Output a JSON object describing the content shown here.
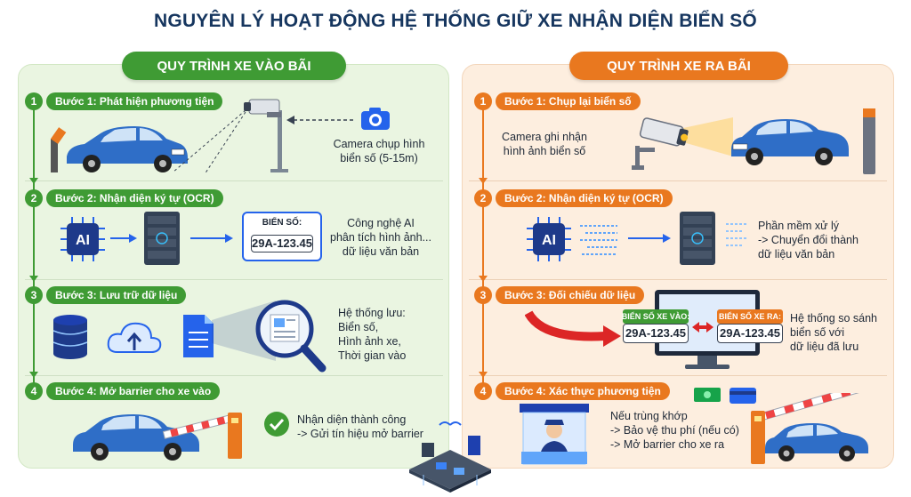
{
  "title": "NGUYÊN LÝ HOẠT ĐỘNG HỆ THỐNG GIỮ XE NHẬN DIỆN BIỂN SỐ",
  "colors": {
    "entry": "#3f9b34",
    "exit": "#e9781f",
    "title": "#16365f",
    "entry_bg": "#eaf5e1",
    "exit_bg": "#fdeedf"
  },
  "entry": {
    "heading": "QUY TRÌNH XE VÀO BÃI",
    "steps": [
      {
        "num": "1",
        "label": "Bước 1: Phát hiện phương tiện",
        "desc": [
          "Camera chụp hình",
          "biển số (5-15m)"
        ],
        "icons": [
          "car-icon",
          "barrier-icon",
          "camera-pole-icon",
          "photo-camera-icon"
        ]
      },
      {
        "num": "2",
        "label": "Bước 2: Nhận diện ký tự (OCR)",
        "plate_title": "BIỂN SỐ:",
        "plate_value": "29A-123.45",
        "desc": [
          "Công nghệ AI",
          "phân tích hình ảnh...",
          "dữ liệu văn bản"
        ],
        "icons": [
          "ai-chip-icon",
          "server-icon",
          "arrow-right-icon",
          "plate-scan-icon"
        ]
      },
      {
        "num": "3",
        "label": "Bước 3: Lưu trữ dữ liệu",
        "desc": [
          "Hệ thống lưu:",
          "Biển số,",
          "Hình ảnh xe,",
          "Thời gian vào"
        ],
        "icons": [
          "database-icon",
          "cloud-upload-icon",
          "document-icon",
          "magnifier-icon"
        ]
      },
      {
        "num": "4",
        "label": "Bước 4: Mở barrier cho xe vào",
        "desc": [
          "Nhận diện thành công",
          "-> Gửi tín hiệu mở barrier"
        ],
        "icons": [
          "car-icon",
          "barrier-open-icon",
          "check-circle-icon"
        ]
      }
    ]
  },
  "exit": {
    "heading": "QUY TRÌNH XE RA BÃI",
    "steps": [
      {
        "num": "1",
        "label": "Bước 1: Chụp lại biển số",
        "desc": [
          "Camera ghi nhận",
          "hình ảnh biển số"
        ],
        "icons": [
          "cctv-camera-icon",
          "car-icon",
          "barrier-icon"
        ]
      },
      {
        "num": "2",
        "label": "Bước 2: Nhận diện ký tự (OCR)",
        "desc": [
          "Phần mềm xử lý",
          "-> Chuyển đổi thành",
          "dữ liệu văn bản"
        ],
        "icons": [
          "ai-chip-icon",
          "server-icon",
          "arrow-right-icon"
        ]
      },
      {
        "num": "3",
        "label": "Bước 3: Đối chiếu dữ liệu",
        "plate_in_title": "BIỂN SỐ XE VÀO:",
        "plate_in_value": "29A-123.45",
        "plate_out_title": "BIỂN SỐ XE RA:",
        "plate_out_value": "29A-123.45",
        "desc": [
          "Hệ thống so sánh",
          "biển số với",
          "dữ liệu đã lưu"
        ],
        "icons": [
          "curved-arrow-icon",
          "monitor-icon",
          "compare-arrows-icon"
        ]
      },
      {
        "num": "4",
        "label": "Bước 4: Xác thực phương tiện",
        "desc": [
          "Nếu trùng khớp",
          "-> Bảo vệ thu phí (nếu có)",
          "-> Mở barrier cho xe ra"
        ],
        "icons": [
          "guard-booth-icon",
          "cash-icon",
          "card-icon",
          "barrier-open-icon",
          "car-icon"
        ]
      }
    ]
  },
  "footer_icon": "smart-parking-lot-icon"
}
